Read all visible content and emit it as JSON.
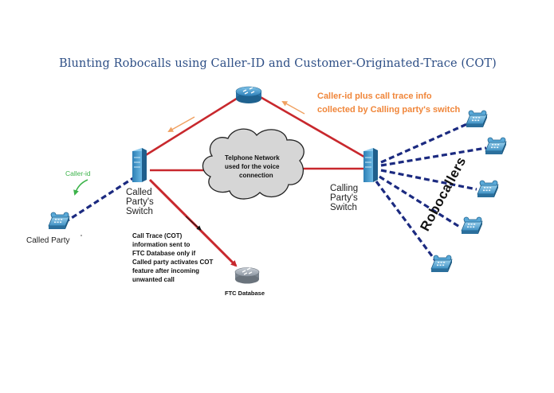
{
  "title": "Blunting Robocalls using Caller-ID and Customer-Originated-Trace (COT)",
  "labels": {
    "caller_id_trace_line1": "Caller-id plus call trace info",
    "caller_id_trace_line2": "collected by Calling party's switch",
    "caller_id": "Caller-id",
    "called_switch_line1": "Called",
    "called_switch_line2": "Party's",
    "called_switch_line3": "Switch",
    "calling_switch_line1": "Calling",
    "calling_switch_line2": "Party's",
    "calling_switch_line3": "Switch",
    "network_line1": "Telphone Network",
    "network_line2": "used for the voice",
    "network_line3": "connection",
    "called_party": "Called Party",
    "cot_line1": "Call Trace (COT)",
    "cot_line2": "information sent to",
    "cot_line3": "FTC Database only if",
    "cot_line4": "Called party activates COT",
    "cot_line5": "feature after incoming",
    "cot_line6": "unwanted call",
    "ftc_database": "FTC Database",
    "robocallers": "Robocallers"
  },
  "colors": {
    "title": "#2e4f86",
    "red_link": "#c8282d",
    "dashed_link": "#1b2a80",
    "orange_text": "#f0863a",
    "green_text": "#3cb34a",
    "device_blue": "#3a8fc4"
  },
  "icons": [
    "router-icon",
    "switch-icon",
    "cloud-icon",
    "phone-icon",
    "database-router-icon"
  ]
}
